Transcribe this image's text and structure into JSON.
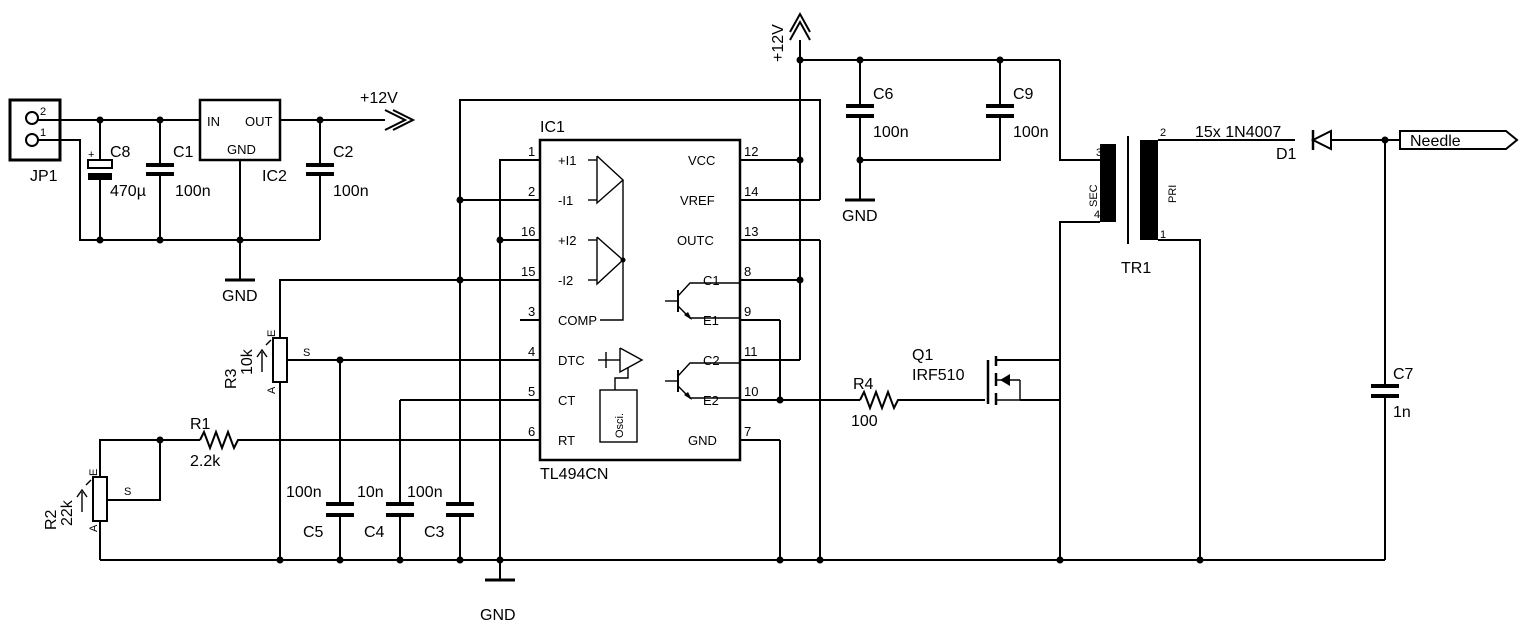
{
  "labels": {
    "jp1": "JP1",
    "jp1_pin2": "2",
    "jp1_pin1": "1",
    "c8": "C8",
    "c8_val": "470µ",
    "c8_plus": "+",
    "c1": "C1",
    "c1_val": "100n",
    "ic2": "IC2",
    "ic2_in": "IN",
    "ic2_out": "OUT",
    "ic2_gnd": "GND",
    "c2": "C2",
    "c2_val": "100n",
    "supply_12v": "+12V",
    "gnd": "GND",
    "ic1": "IC1",
    "ic1_part": "TL494CN",
    "vcc_top": "+12V",
    "c6": "C6",
    "c6_val": "100n",
    "c9": "C9",
    "c9_val": "100n",
    "tr1": "TR1",
    "sec": "SEC",
    "pri": "PRI",
    "d1_note": "15x 1N4007",
    "d1": "D1",
    "needle": "Needle",
    "r3": "R3",
    "r3_val": "10k",
    "r2": "R2",
    "r2_val": "22k",
    "pot_e": "E",
    "pot_s": "S",
    "pot_a": "A",
    "r1": "R1",
    "r1_val": "2.2k",
    "c5": "C5",
    "c5_val": "100n",
    "c4": "C4",
    "c4_val": "10n",
    "c3": "C3",
    "c3_val": "100n",
    "r4": "R4",
    "r4_val": "100",
    "q1": "Q1",
    "q1_part": "IRF510",
    "c7": "C7",
    "c7_val": "1n",
    "osci": "Osci.",
    "tr_pin3": "3",
    "tr_pin4": "4",
    "tr_pin2": "2",
    "tr_pin1": "1"
  },
  "ic1_left_pins": [
    {
      "num": "1",
      "name": "+I1"
    },
    {
      "num": "2",
      "name": "-I1"
    },
    {
      "num": "16",
      "name": "+I2"
    },
    {
      "num": "15",
      "name": "-I2"
    },
    {
      "num": "3",
      "name": "COMP"
    },
    {
      "num": "4",
      "name": "DTC"
    },
    {
      "num": "5",
      "name": "CT"
    },
    {
      "num": "6",
      "name": "RT"
    }
  ],
  "ic1_right_pins": [
    {
      "num": "12",
      "name": "VCC"
    },
    {
      "num": "14",
      "name": "VREF"
    },
    {
      "num": "13",
      "name": "OUTC"
    },
    {
      "num": "8",
      "name": "C1"
    },
    {
      "num": "9",
      "name": "E1"
    },
    {
      "num": "11",
      "name": "C2"
    },
    {
      "num": "10",
      "name": "E2"
    },
    {
      "num": "7",
      "name": "GND"
    }
  ]
}
